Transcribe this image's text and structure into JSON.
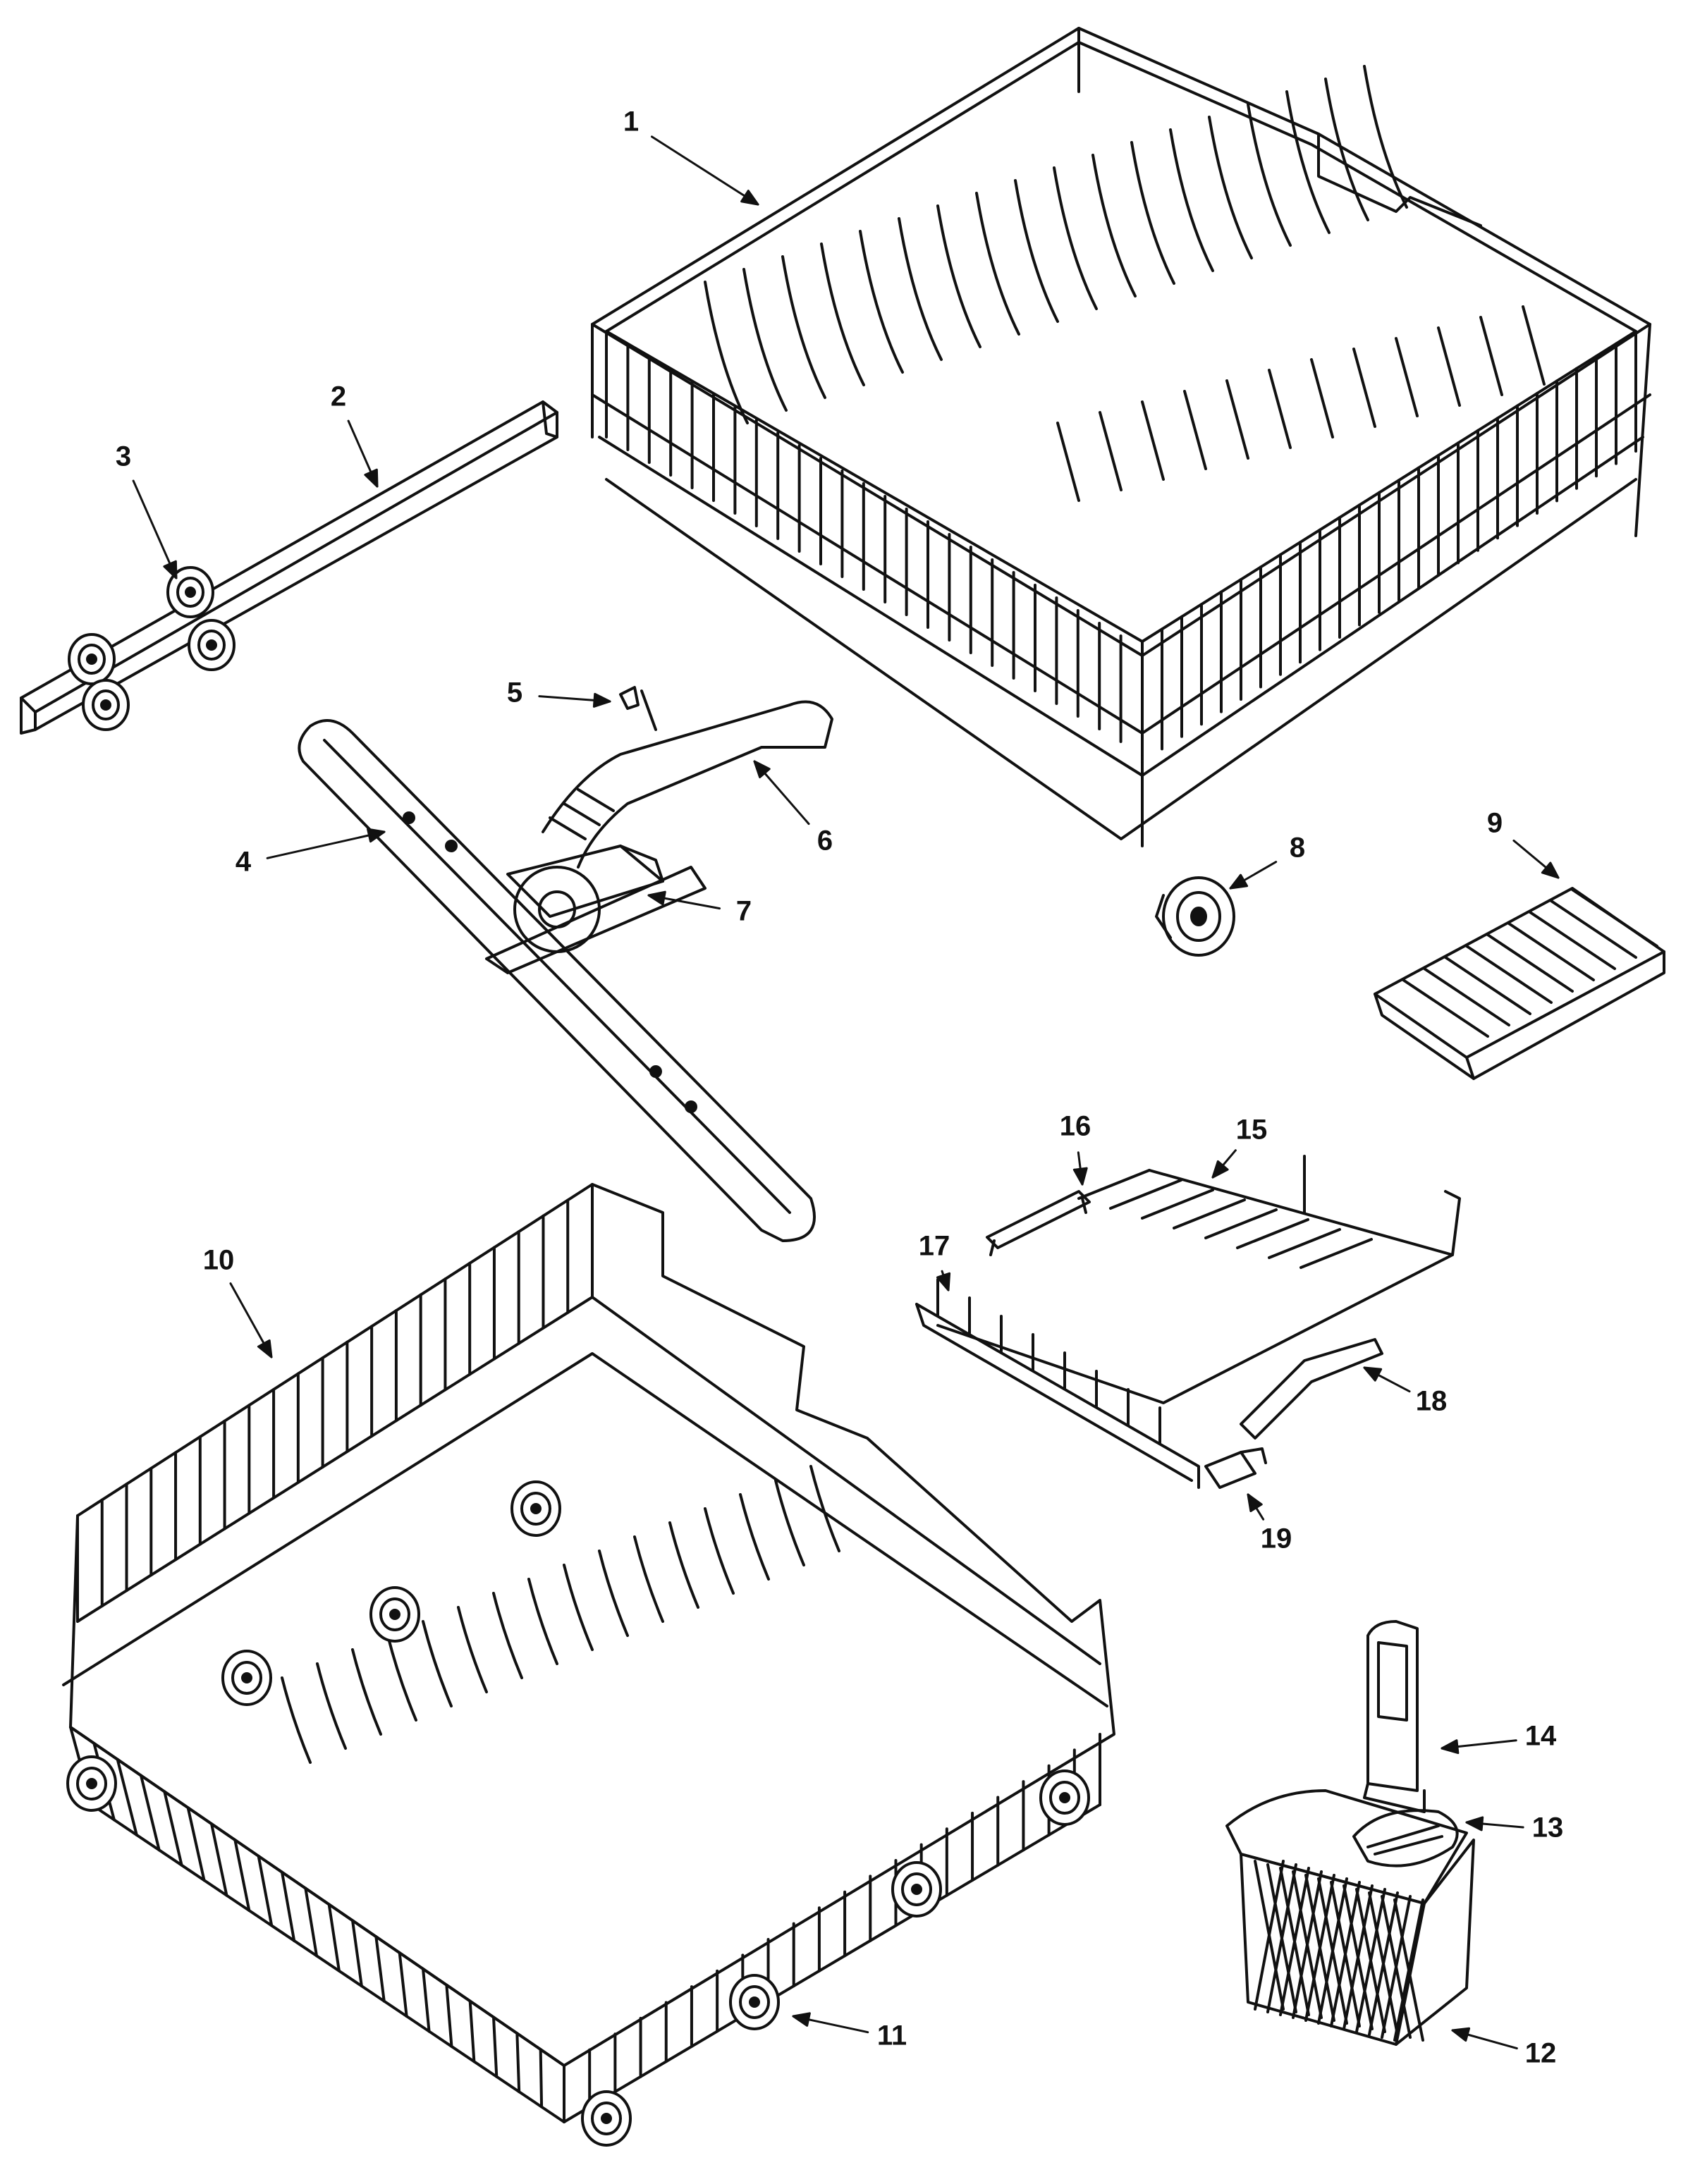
{
  "diagram": {
    "type": "exploded-parts-diagram",
    "callouts": [
      {
        "id": "1",
        "label": "1",
        "part": "upper-rack"
      },
      {
        "id": "2",
        "label": "2",
        "part": "rack-track"
      },
      {
        "id": "3",
        "label": "3",
        "part": "track-roller"
      },
      {
        "id": "4",
        "label": "4",
        "part": "spray-arm"
      },
      {
        "id": "5",
        "label": "5",
        "part": "clip"
      },
      {
        "id": "6",
        "label": "6",
        "part": "feed-tube"
      },
      {
        "id": "7",
        "label": "7",
        "part": "spray-arm-mount"
      },
      {
        "id": "8",
        "label": "8",
        "part": "rack-wheel"
      },
      {
        "id": "9",
        "label": "9",
        "part": "cup-shelf"
      },
      {
        "id": "10",
        "label": "10",
        "part": "lower-rack"
      },
      {
        "id": "11",
        "label": "11",
        "part": "lower-rack-wheel"
      },
      {
        "id": "12",
        "label": "12",
        "part": "silverware-basket"
      },
      {
        "id": "13",
        "label": "13",
        "part": "basket-lid"
      },
      {
        "id": "14",
        "label": "14",
        "part": "basket-divider"
      },
      {
        "id": "15",
        "label": "15",
        "part": "fold-down-tine-row"
      },
      {
        "id": "16",
        "label": "16",
        "part": "tine-clip"
      },
      {
        "id": "17",
        "label": "17",
        "part": "fold-down-tine-row-small"
      },
      {
        "id": "18",
        "label": "18",
        "part": "tine-pivot"
      },
      {
        "id": "19",
        "label": "19",
        "part": "tine-retainer"
      }
    ]
  }
}
